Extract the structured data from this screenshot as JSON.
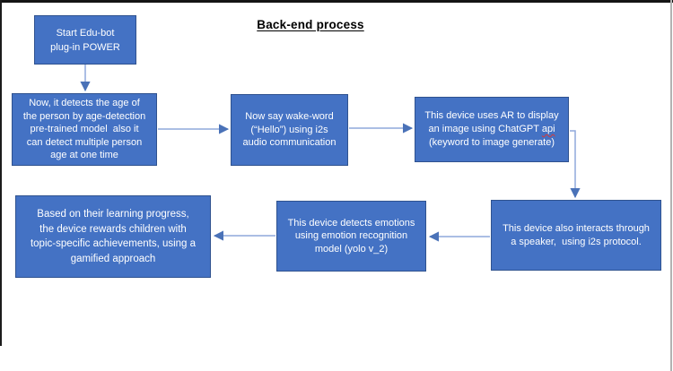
{
  "title": "Back-end process",
  "colors": {
    "node_fill": "#4472c4",
    "node_border": "#2f528f",
    "node_text": "#ffffff",
    "connector_line": "#8fa9dc",
    "arrowhead": "#4a72b8",
    "title_text": "#000000",
    "spellcheck_underline": "#d43a3a",
    "frame_dark": "#151515",
    "frame_gray": "#b2b2b2"
  },
  "nodes": [
    {
      "id": "start",
      "text": "Start Edu-bot\nplug-in POWER"
    },
    {
      "id": "age-detection",
      "text": "Now, it detects the age of\nthe person by age-detection\npre-trained model  also it\ncan detect multiple person\nage at one time"
    },
    {
      "id": "wake-word",
      "text": "Now say wake-word\n(“Hello”) using i2s\naudio communication"
    },
    {
      "id": "ar-display",
      "line1": "This device uses AR to display",
      "line2_prefix": "an image using ChatGPT ",
      "spellcheck_word": "api",
      "line3": "(keyword to image generate)"
    },
    {
      "id": "speaker",
      "text": "This device also interacts through\na speaker,  using i2s protocol."
    },
    {
      "id": "emotion",
      "text": "This device detects emotions\nusing emotion recognition\nmodel (yolo v_2)"
    },
    {
      "id": "rewards",
      "text": "Based on their learning progress,\nthe device rewards children with\ntopic-specific achievements, using a\ngamified approach"
    }
  ],
  "edges": [
    {
      "from": "start",
      "to": "age-detection"
    },
    {
      "from": "age-detection",
      "to": "wake-word"
    },
    {
      "from": "wake-word",
      "to": "ar-display"
    },
    {
      "from": "ar-display",
      "to": "speaker"
    },
    {
      "from": "speaker",
      "to": "emotion"
    },
    {
      "from": "emotion",
      "to": "rewards"
    }
  ]
}
